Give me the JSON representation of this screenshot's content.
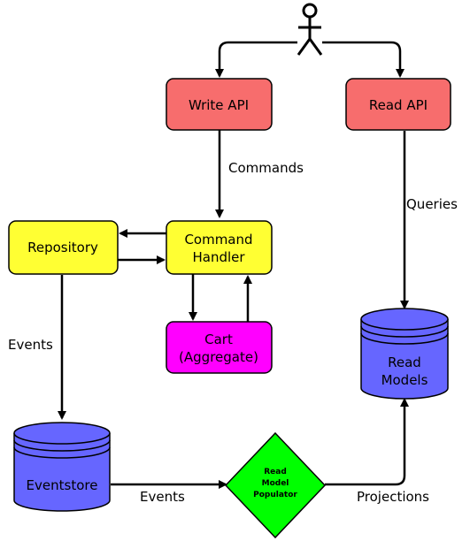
{
  "nodes": {
    "write_api": "Write API",
    "read_api": "Read API",
    "repository": "Repository",
    "command_handler_1": "Command",
    "command_handler_2": "Handler",
    "cart_1": "Cart",
    "cart_2": "(Aggregate)",
    "read_models_1": "Read",
    "read_models_2": "Models",
    "eventstore": "Eventstore",
    "populator_1": "Read",
    "populator_2": "Model",
    "populator_3": "Populator"
  },
  "edges": {
    "commands": "Commands",
    "queries": "Queries",
    "events_left": "Events",
    "events_bottom": "Events",
    "projections": "Projections"
  },
  "colors": {
    "api": "#F76D6D",
    "repo": "#FFFF33",
    "cart": "#FF00FF",
    "db": "#6666FF",
    "populator": "#00FF00"
  }
}
